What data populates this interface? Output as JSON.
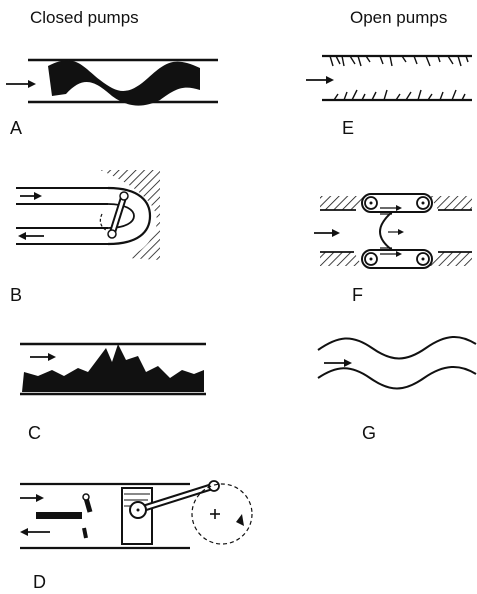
{
  "headers": {
    "closed": "Closed pumps",
    "open": "Open pumps"
  },
  "panels": {
    "A": "A",
    "B": "B",
    "C": "C",
    "D": "D",
    "E": "E",
    "F": "F",
    "G": "G"
  }
}
